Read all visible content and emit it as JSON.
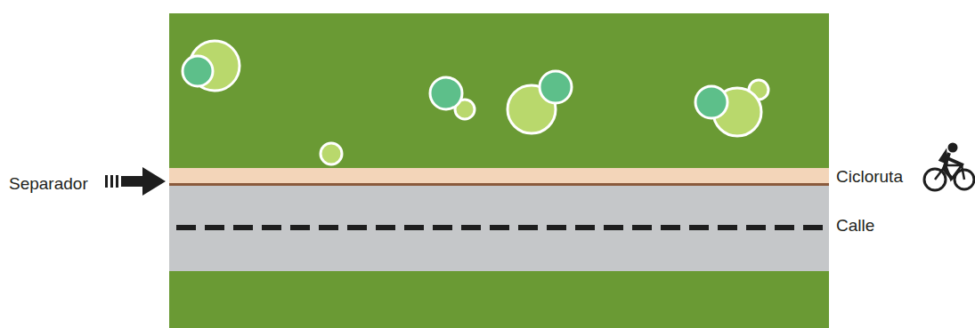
{
  "diagram": {
    "labels": [
      "Separador",
      "Cicloruta",
      "Calle"
    ]
  }
}
